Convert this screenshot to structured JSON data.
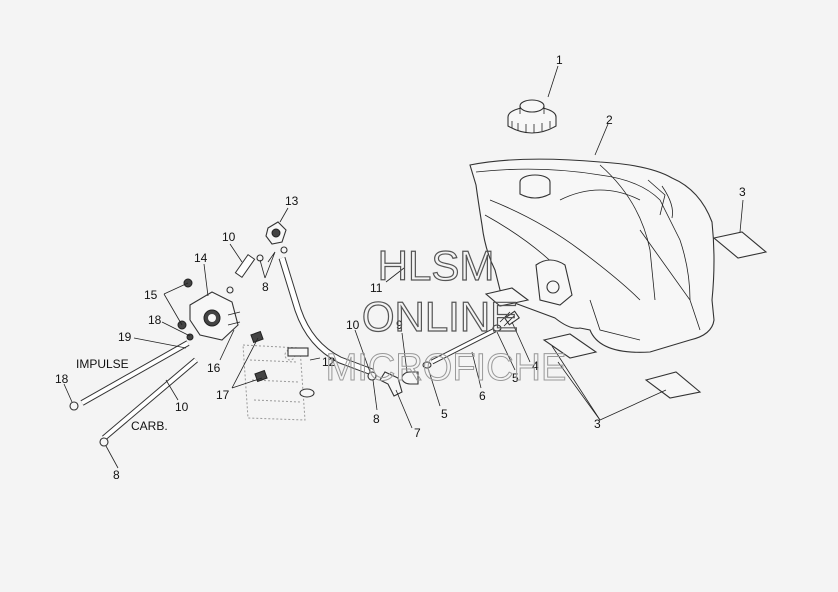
{
  "watermark": {
    "line1": "HLSM",
    "line2": "ONLINE",
    "line3": "MICROFICHE"
  },
  "callouts": [
    {
      "id": "c1",
      "text": "1"
    },
    {
      "id": "c2",
      "text": "2"
    },
    {
      "id": "c3a",
      "text": "3"
    },
    {
      "id": "c3b",
      "text": "3"
    },
    {
      "id": "c4",
      "text": "4"
    },
    {
      "id": "c5a",
      "text": "5"
    },
    {
      "id": "c5b",
      "text": "5"
    },
    {
      "id": "c6",
      "text": "6"
    },
    {
      "id": "c7",
      "text": "7"
    },
    {
      "id": "c8a",
      "text": "8"
    },
    {
      "id": "c8b",
      "text": "8"
    },
    {
      "id": "c8c",
      "text": "8"
    },
    {
      "id": "c9",
      "text": "9"
    },
    {
      "id": "c10a",
      "text": "10"
    },
    {
      "id": "c10b",
      "text": "10"
    },
    {
      "id": "c10c",
      "text": "10"
    },
    {
      "id": "c11",
      "text": "11"
    },
    {
      "id": "c12",
      "text": "12"
    },
    {
      "id": "c13",
      "text": "13"
    },
    {
      "id": "c14",
      "text": "14"
    },
    {
      "id": "c15",
      "text": "15"
    },
    {
      "id": "c16",
      "text": "16"
    },
    {
      "id": "c17",
      "text": "17"
    },
    {
      "id": "c18a",
      "text": "18"
    },
    {
      "id": "c18b",
      "text": "18"
    },
    {
      "id": "c19",
      "text": "19"
    }
  ],
  "hose_labels": {
    "impulse": "IMPULSE",
    "carb": "CARB."
  }
}
